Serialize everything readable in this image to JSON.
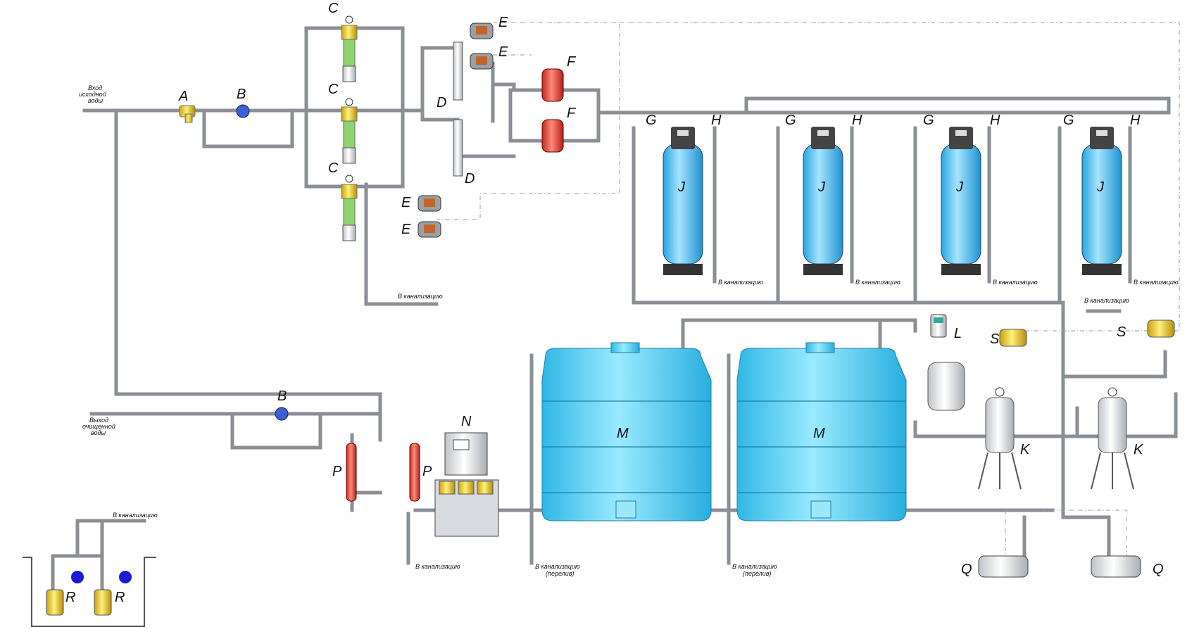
{
  "labels": {
    "A": "A",
    "B": "B",
    "C": "C",
    "D": "D",
    "E": "E",
    "F": "F",
    "G": "G",
    "H": "H",
    "J": "J",
    "K": "K",
    "L": "L",
    "M": "M",
    "N": "N",
    "P": "P",
    "Q": "Q",
    "R": "R",
    "S": "S"
  },
  "notes": {
    "inlet_line1": "Вход",
    "inlet_line2": "исходной",
    "inlet_line3": "воды",
    "outlet_line1": "Выход",
    "outlet_line2": "очищенной",
    "outlet_line3": "воды",
    "drain": "В канализацию",
    "drain_overflow_line1": "В канализацию",
    "drain_overflow_line2": "(перелив)"
  },
  "colors": {
    "pipe": "#8a8f96",
    "tank": "#4fd0f2",
    "column": "#3ab8ee",
    "heater": "#e8443a",
    "filter_yellow": "#f2d23a",
    "valve": "#b33333"
  }
}
